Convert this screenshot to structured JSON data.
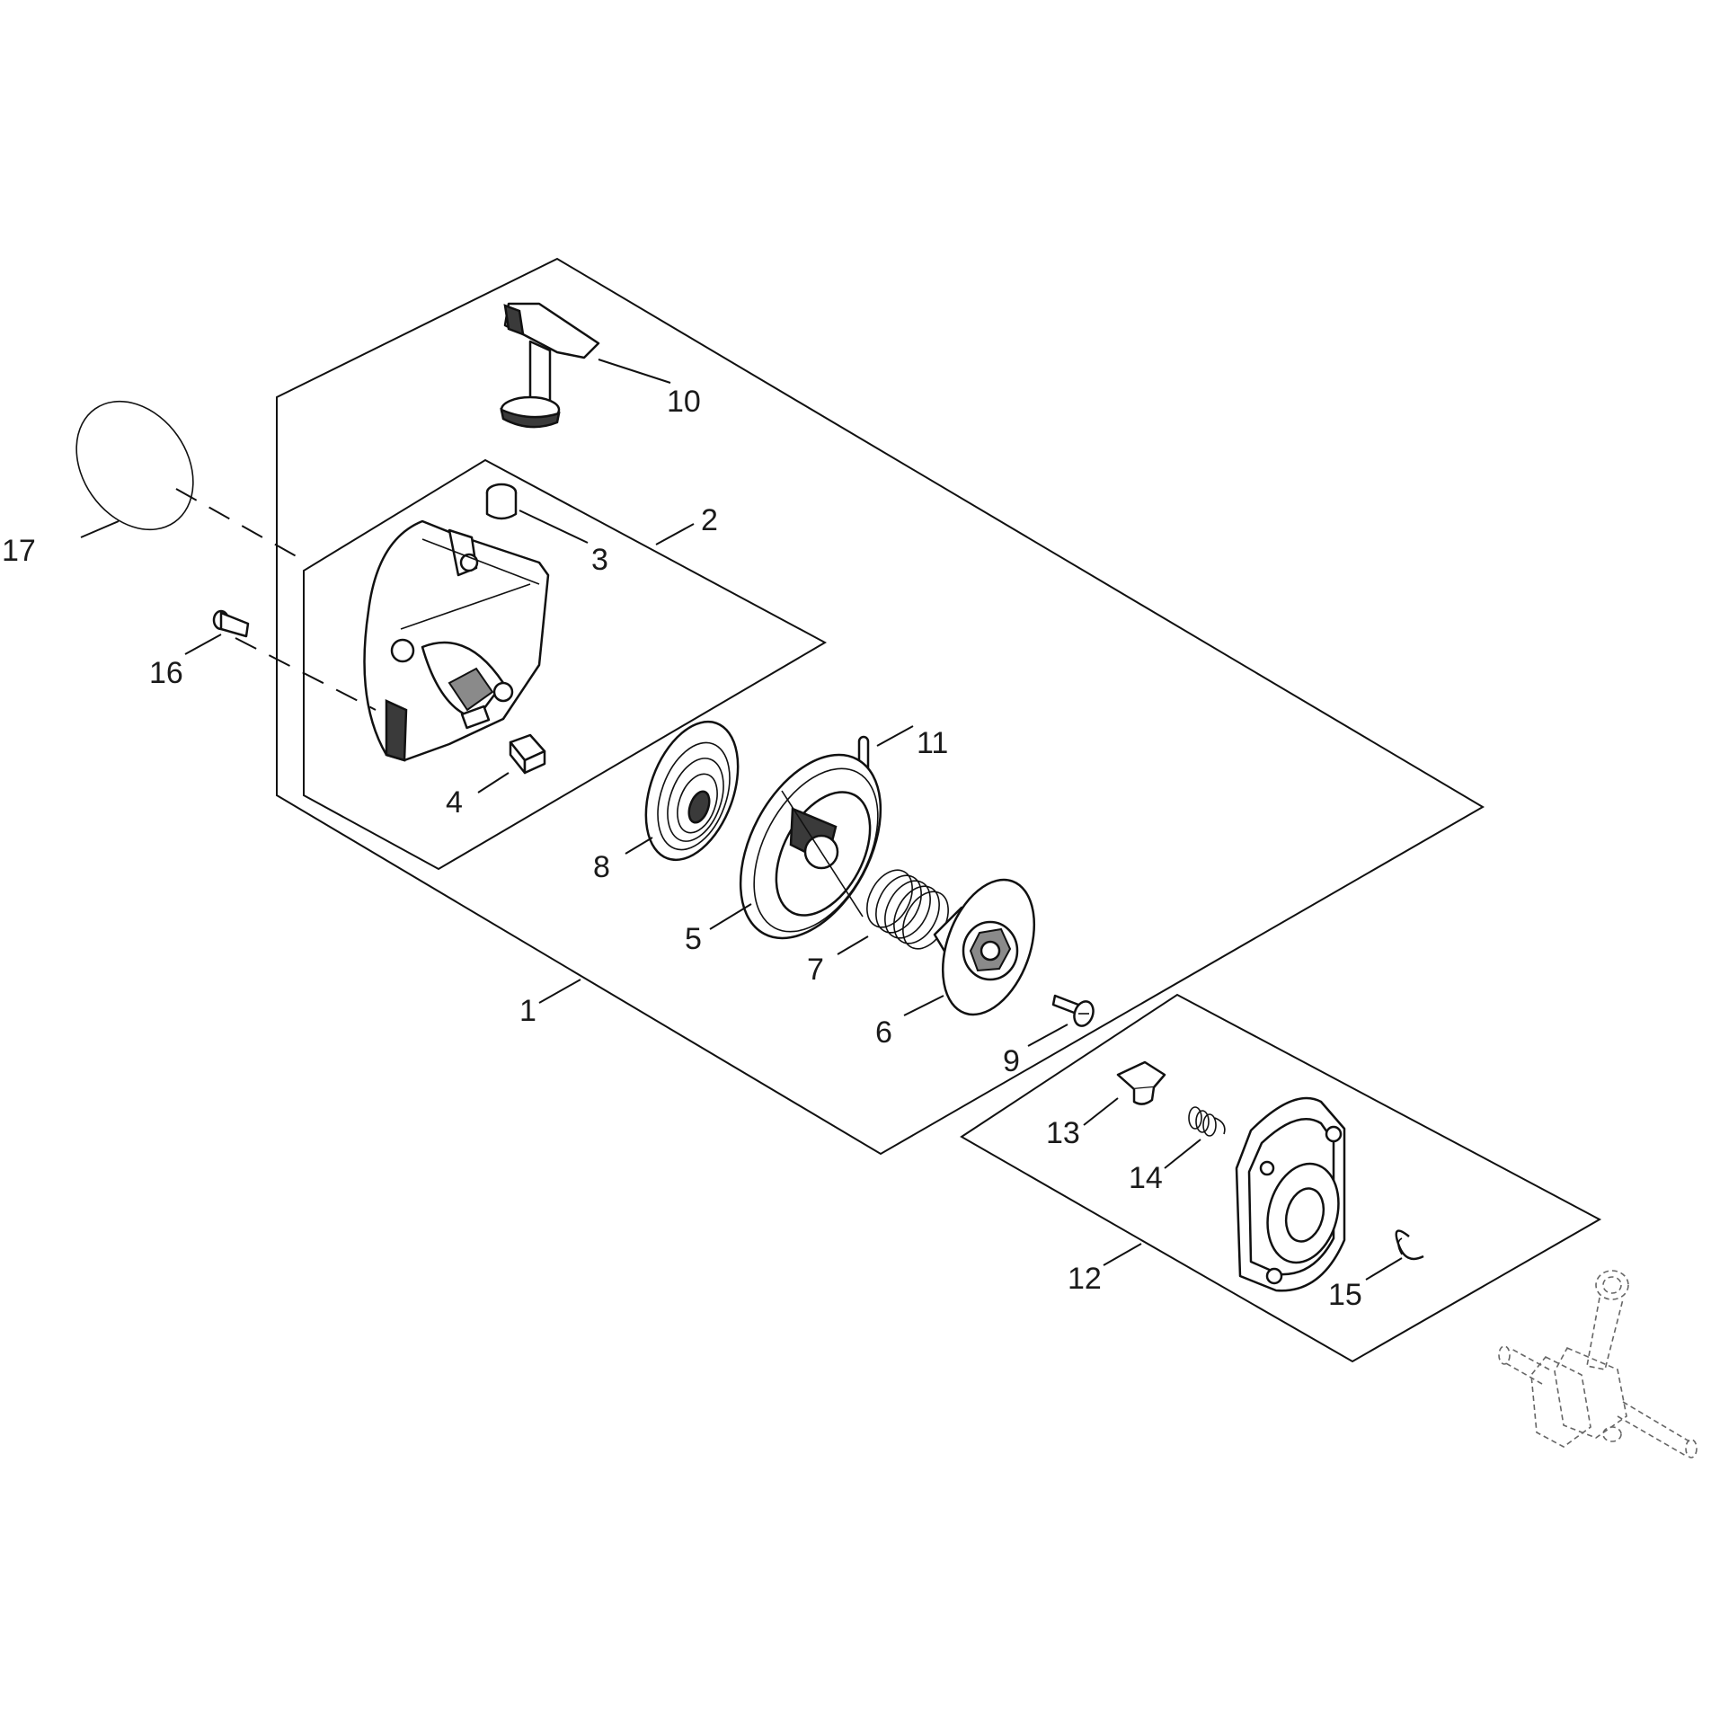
{
  "colors": {
    "background": "#ffffff",
    "line": "#111111",
    "ghost": "#666666"
  },
  "parts": [
    {
      "id": "1",
      "label": "1",
      "icon": "recoil-starter-assembly-frame"
    },
    {
      "id": "2",
      "label": "2",
      "icon": "starter-case-frame"
    },
    {
      "id": "3",
      "label": "3",
      "icon": "bushing-icon"
    },
    {
      "id": "4",
      "label": "4",
      "icon": "nut-icon"
    },
    {
      "id": "5",
      "label": "5",
      "icon": "rope-reel-icon"
    },
    {
      "id": "6",
      "label": "6",
      "icon": "pawl-plate-icon"
    },
    {
      "id": "7",
      "label": "7",
      "icon": "coil-spring-icon"
    },
    {
      "id": "8",
      "label": "8",
      "icon": "recoil-spring-icon"
    },
    {
      "id": "9",
      "label": "9",
      "icon": "screw-icon"
    },
    {
      "id": "10",
      "label": "10",
      "icon": "starter-handle-icon"
    },
    {
      "id": "11",
      "label": "11",
      "icon": "pin-icon"
    },
    {
      "id": "12",
      "label": "12",
      "icon": "pulley-assembly-frame"
    },
    {
      "id": "13",
      "label": "13",
      "icon": "pawl-icon"
    },
    {
      "id": "14",
      "label": "14",
      "icon": "pawl-spring-icon"
    },
    {
      "id": "15",
      "label": "15",
      "icon": "e-ring-icon"
    },
    {
      "id": "16",
      "label": "16",
      "icon": "bolt-icon"
    },
    {
      "id": "17",
      "label": "17",
      "icon": "gasket-ring-icon"
    }
  ],
  "reference": {
    "icon": "crankshaft-ghost-icon"
  }
}
